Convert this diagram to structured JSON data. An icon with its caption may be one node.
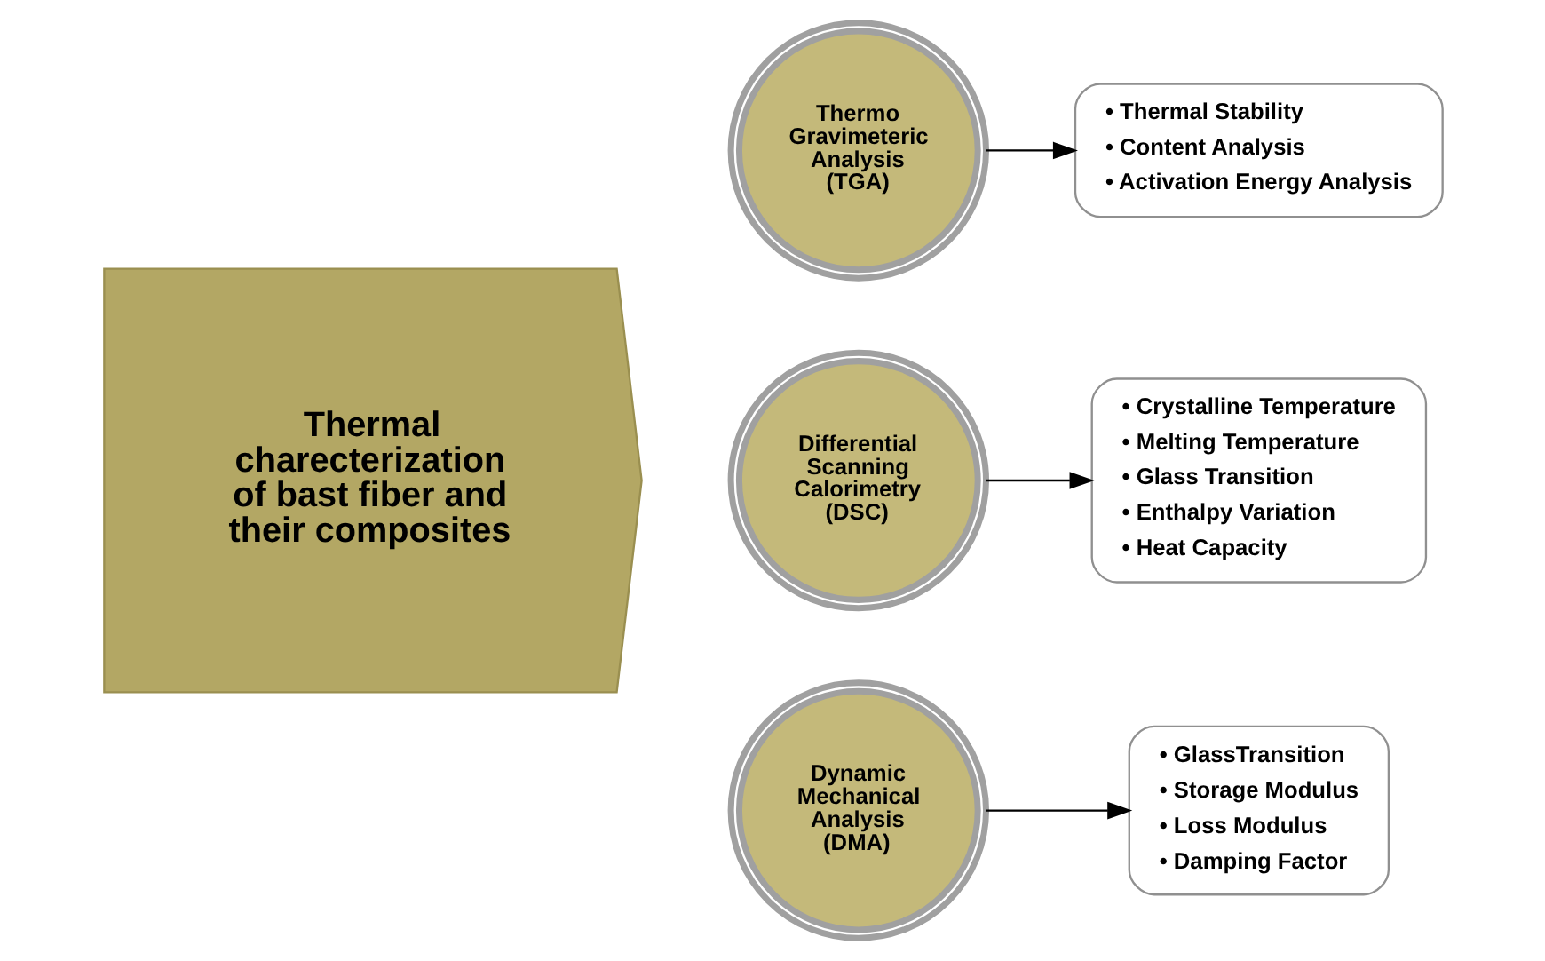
{
  "diagram": {
    "nodes": [
      {
        "text": [
          "Thermal charecterization of bast fiber and their composites"
        ]
      },
      {
        "text": [
          "Thermo Gravimeteric Analysis (TGA)"
        ]
      },
      {
        "text": [
          "• Thermal Stability",
          "• Content Analysis",
          "• Activation Energy Analysis"
        ]
      },
      {
        "text": [
          "Differential Scanning Calorimetry (DSC)"
        ]
      },
      {
        "text": [
          "• Crystalline Temperature",
          "• Melting Temperature",
          "• Glass Transition",
          "• Enthalpy Variation",
          "• Heat Capacity"
        ]
      },
      {
        "text": [
          "Dynamic Mechanical Analysis (DMA)"
        ]
      },
      {
        "text": [
          "• GlassTransition",
          "• Storage Modulus",
          "• Loss Modulus",
          "• Damping Factor"
        ]
      }
    ],
    "edges": [
      {
        "from": 1,
        "to": 2,
        "arrow": "to"
      },
      {
        "from": 3,
        "to": 4,
        "arrow": "to"
      },
      {
        "from": 5,
        "to": 6,
        "arrow": "to"
      }
    ]
  }
}
